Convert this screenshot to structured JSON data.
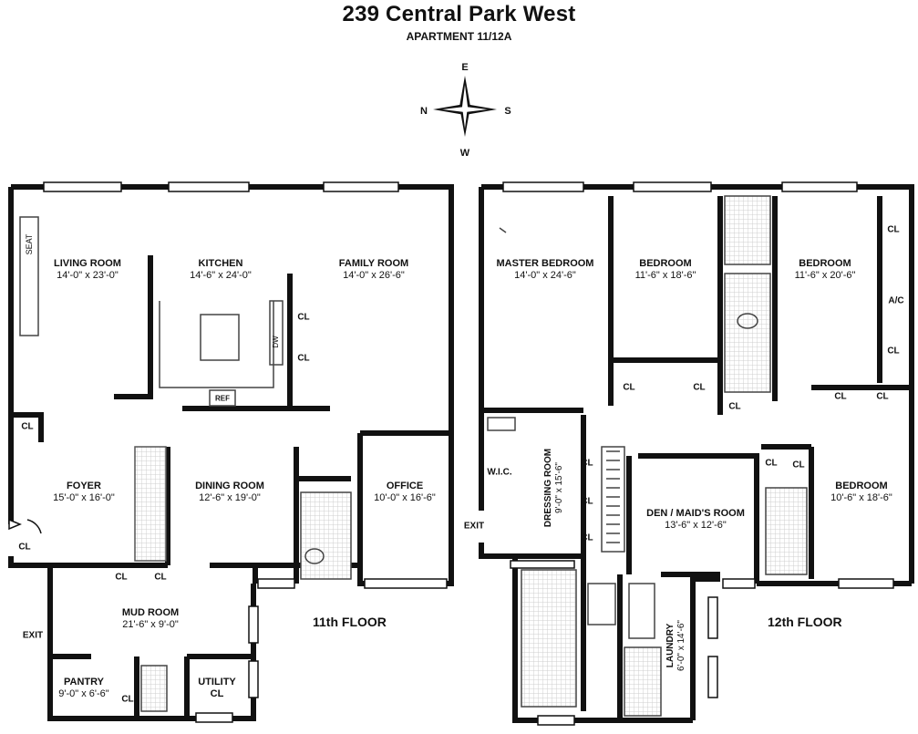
{
  "header": {
    "title": "239 Central Park West",
    "subtitle": "APARTMENT 11/12A"
  },
  "compass": {
    "north": "N",
    "south": "S",
    "east": "E",
    "west": "W"
  },
  "floor_11": {
    "label": "11th FLOOR",
    "rooms": {
      "living": {
        "name": "LIVING ROOM",
        "dims": "14'-0\" x 23'-0\""
      },
      "kitchen": {
        "name": "KITCHEN",
        "dims": "14'-6\" x 24'-0\""
      },
      "family": {
        "name": "FAMILY ROOM",
        "dims": "14'-0\" x 26'-6\""
      },
      "foyer": {
        "name": "FOYER",
        "dims": "15'-0\" x 16'-0\""
      },
      "dining": {
        "name": "DINING ROOM",
        "dims": "12'-6\" x 19'-0\""
      },
      "office": {
        "name": "OFFICE",
        "dims": "10'-0\" x 16'-6\""
      },
      "mud": {
        "name": "MUD ROOM",
        "dims": "21'-6\" x 9'-0\""
      },
      "pantry": {
        "name": "PANTRY",
        "dims": "9'-0\" x 6'-6\""
      },
      "utility": {
        "name": "UTILITY",
        "dims": "CL"
      }
    },
    "tags": {
      "seat": "SEAT",
      "ref": "REF",
      "cl": "CL",
      "exit": "EXIT",
      "dw": "DW"
    }
  },
  "floor_12": {
    "label": "12th FLOOR",
    "rooms": {
      "master": {
        "name": "MASTER BEDROOM",
        "dims": "14'-0\" x 24'-6\""
      },
      "bed1": {
        "name": "BEDROOM",
        "dims": "11'-6\" x 18'-6\""
      },
      "bed2": {
        "name": "BEDROOM",
        "dims": "11'-6\" x 20'-6\""
      },
      "bed3": {
        "name": "BEDROOM",
        "dims": "10'-6\" x 18'-6\""
      },
      "dressing": {
        "name": "DRESSING ROOM",
        "dims": "9'-0\" x 15'-6\""
      },
      "den": {
        "name": "DEN / MAID'S ROOM",
        "dims": "13'-6\" x 12'-6\""
      },
      "laundry": {
        "name": "LAUNDRY",
        "dims": "6'-0\" x 14'-6\""
      }
    },
    "tags": {
      "wic": "W.I.C.",
      "ac": "A/C",
      "cl": "CL",
      "exit": "EXIT"
    }
  },
  "colors": {
    "wall": "#111111",
    "fixture": "#555555",
    "tile": "#d8d8d8"
  }
}
